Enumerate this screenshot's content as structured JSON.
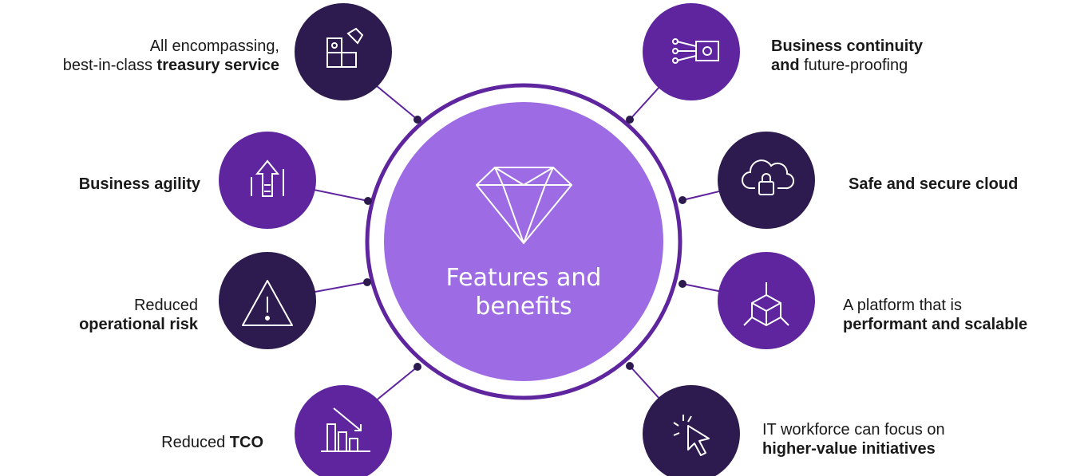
{
  "colors": {
    "dark": "#2d1a4e",
    "purple": "#5f259f",
    "ring": "#5f259f",
    "center": "#9d6be3",
    "icon_stroke": "#ffffff"
  },
  "center": {
    "icon": "diamond-icon",
    "title_line1": "Features and",
    "title_line2": "benefits"
  },
  "nodes": [
    {
      "id": "treasury",
      "icon": "puzzle-icon",
      "color": "dark",
      "text_pre": "All encompassing,",
      "text_mid": "best-in-class ",
      "text_bold": "treasury service",
      "text_post": ""
    },
    {
      "id": "agility",
      "icon": "arrow-up-stairs-icon",
      "color": "purple",
      "text_bold": "Business agility"
    },
    {
      "id": "risk",
      "icon": "warning-icon",
      "color": "dark",
      "line1": "Reduced",
      "line2_bold": "operational risk"
    },
    {
      "id": "tco",
      "icon": "chart-down-icon",
      "color": "purple",
      "text_pre": "Reduced ",
      "text_bold": "TCO"
    },
    {
      "id": "continuity",
      "icon": "circuit-money-icon",
      "color": "purple",
      "line1_bold": "Business continuity",
      "line2_bold": "and",
      "line2_rest": " future-proofing"
    },
    {
      "id": "cloud",
      "icon": "cloud-lock-icon",
      "color": "dark",
      "text_bold": "Safe and secure cloud"
    },
    {
      "id": "scalable",
      "icon": "box-arrows-icon",
      "color": "purple",
      "line1": "A platform that is",
      "line2_bold": "performant and scalable"
    },
    {
      "id": "workforce",
      "icon": "cursor-click-icon",
      "color": "dark",
      "line1": "IT workforce can focus on",
      "line2_bold": "higher-value initiatives"
    }
  ]
}
